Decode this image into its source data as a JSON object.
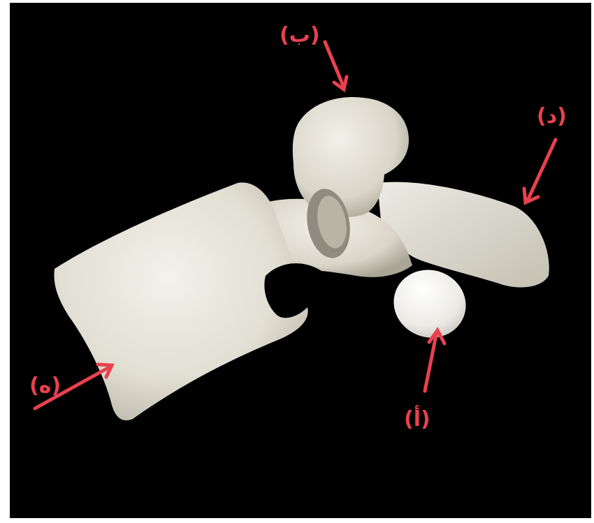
{
  "image": {
    "subject": "vertebra-3d-render",
    "background_color": "#000000",
    "bone_color": "#e4e1d6",
    "annotation_color": "#e8414e"
  },
  "labels": {
    "body": "(ه)",
    "superior_articular_process": "(ب)",
    "transverse_process": "(د)",
    "lamina_facet": "(أ)"
  }
}
